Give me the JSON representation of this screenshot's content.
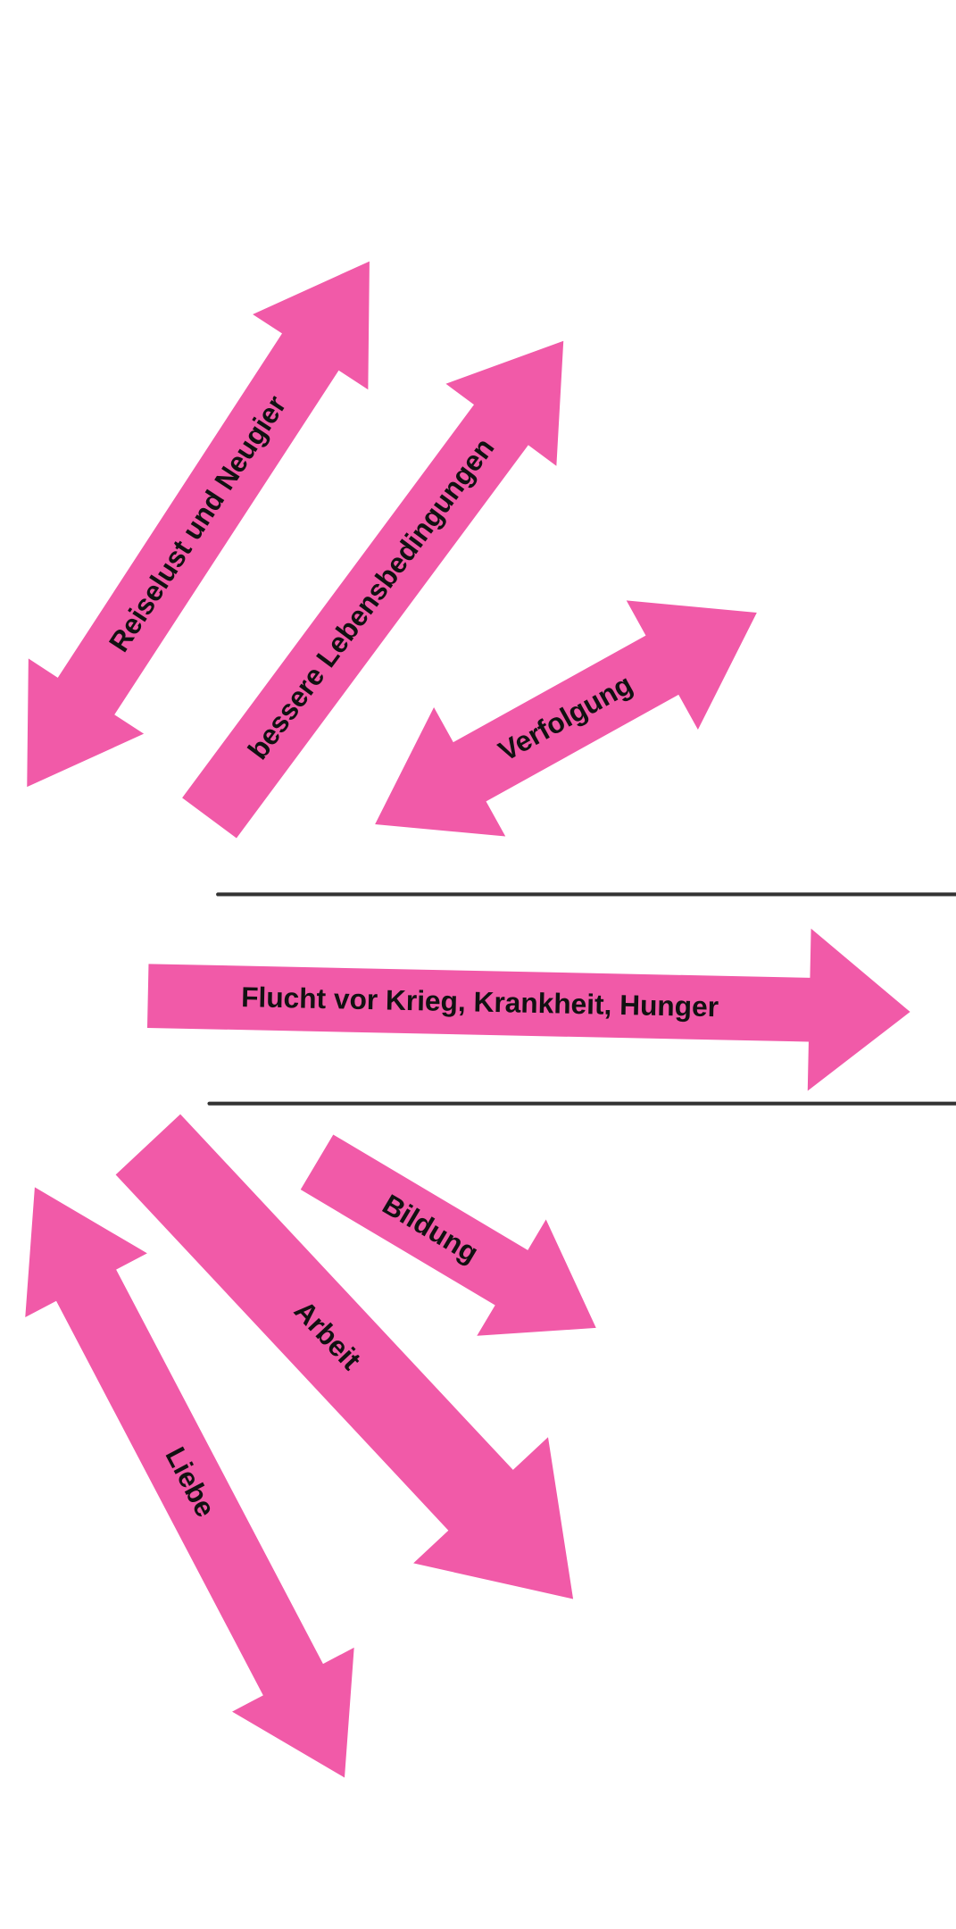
{
  "colors": {
    "arrow": "#f15aa8",
    "text": "#111111",
    "line": "#333333"
  },
  "arrows": [
    {
      "label": "Reiselust und Neugier",
      "direction": "both"
    },
    {
      "label": "bessere Lebensbedingungen",
      "direction": "forward"
    },
    {
      "label": "Verfolgung",
      "direction": "both"
    },
    {
      "label": "Flucht vor Krieg, Krankheit, Hunger",
      "direction": "forward"
    },
    {
      "label": "Bildung",
      "direction": "forward"
    },
    {
      "label": "Arbeit",
      "direction": "forward"
    },
    {
      "label": "Liebe",
      "direction": "both"
    }
  ]
}
